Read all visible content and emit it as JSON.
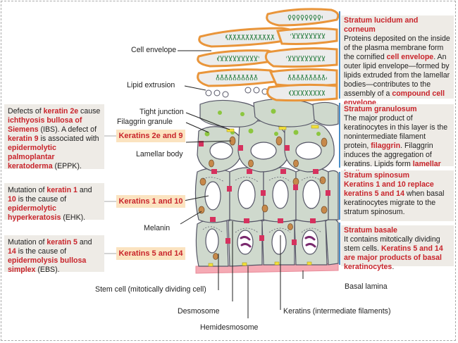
{
  "left_notes": {
    "keratin2e": {
      "p1": "Defects of ",
      "r1": "keratin 2e",
      "p2": " cause ",
      "r2": "ichthyosis bullosa of Siemens",
      "p3": " (IBS). A defect of ",
      "r3": "keratin 9",
      "p4": " is associated with ",
      "r4": "epidermolytic palmoplantar keratoderma",
      "p5": " (EPPK)."
    },
    "keratin1": {
      "p1": "Mutation of ",
      "r1": "keratin 1",
      "p2": " and ",
      "r2": "10",
      "p3": " is the cause of ",
      "r3": "epidermolytic hyperkeratosis",
      "p4": " (EHK)."
    },
    "keratin5": {
      "p1": "Mutation of ",
      "r1": "keratin 5",
      "p2": " and ",
      "r2": "14",
      "p3": " is the cause of ",
      "r3": "epidermolysis bullosa simplex",
      "p4": " (EBS)."
    }
  },
  "tags": {
    "k2e9": "Keratins 2e and 9",
    "k1_10": "Keratins 1 and 10",
    "k5_14": "Keratins 5 and 14"
  },
  "right_notes": {
    "corneum": {
      "title": "Stratum lucidum and corneum",
      "p1": "Proteins deposited on the inside of the plasma membrane form the cornified ",
      "r1": "cell envelope",
      "p2": ". An outer lipid envelope—formed by lipids extruded from the lamellar bodies—contributes to the assembly of a ",
      "r2": "compound cell envelope",
      "p3": "."
    },
    "granulosum": {
      "title": "Stratum granulosum",
      "p1": "The major product of keratinocytes in this layer is the nonintermediate filament protein, ",
      "r1": "filaggrin",
      "p2": ". Filaggrin induces the aggregation of keratins. Lipids form ",
      "r2": "lamellar bodies",
      "p3": "."
    },
    "spinosum": {
      "title": "Stratum spinosum",
      "r1": "Keratins 1 and 10 replace keratins 5 and 14",
      "p1": " when basal keratinocytes migrate to the stratum spinosum."
    },
    "basale": {
      "title": "Stratum basale",
      "p1": "It contains mitotically dividing stem cells. ",
      "r1": "Keratins 5 and 14 are major products of basal keratinocytes",
      "p2": "."
    }
  },
  "labels": {
    "cell_envelope": "Cell envelope",
    "lipid_extrusion": "Lipid extrusion",
    "tight_junction": "Tight junction",
    "filaggrin_granule": "Filaggrin granule",
    "lamellar_body": "Lamellar body",
    "melanin": "Melanin",
    "stem_cell": "Stem cell (mitotically dividing cell)",
    "desmosome": "Desmosome",
    "hemidesmosome": "Hemidesmosome",
    "keratins": "Keratins (intermediate filaments)",
    "basal_lamina": "Basal lamina"
  },
  "colors": {
    "accent_red": "#c8242b",
    "note_bg": "#eeebe6",
    "tag_bg": "#fbe3c0",
    "cell_fill": "#cfd9cd",
    "envelope_orange": "#e9953a",
    "desmosome_pink": "#d6315e",
    "lamina_pink": "#f5aab4",
    "granule_green": "#8cc63f",
    "melanin_brown": "#c7894a"
  }
}
